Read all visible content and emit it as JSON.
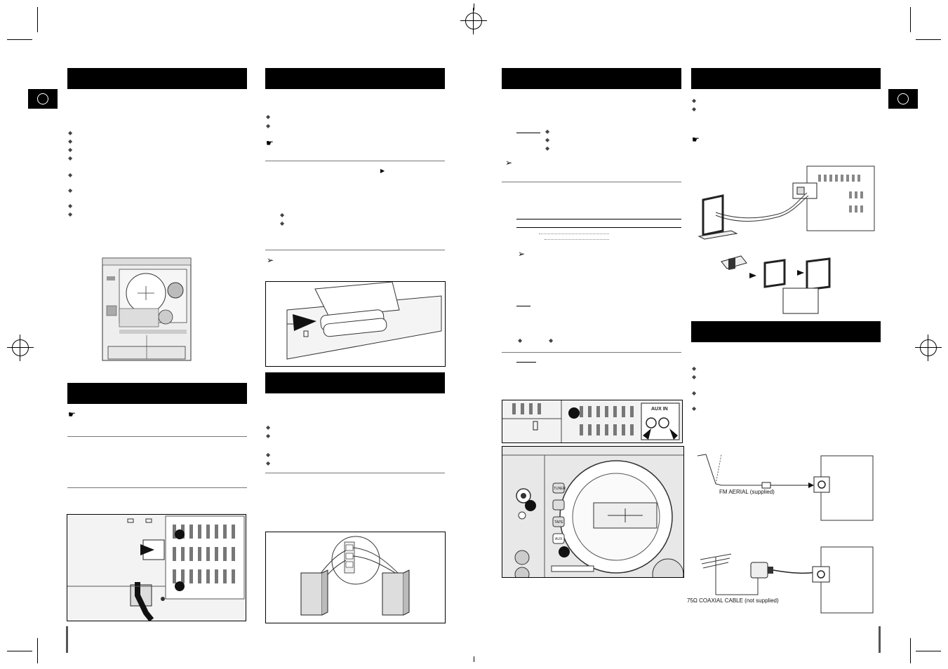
{
  "figures": {
    "aux_in_label": "AUX IN",
    "aux_button": "AUX",
    "fm_aerial_label": "FM AERIAL (supplied)",
    "coax_label": "75Ω COAXIAL CABLE (not supplied)",
    "tuner_button": "TUNER",
    "tape_button": "TAPE"
  }
}
